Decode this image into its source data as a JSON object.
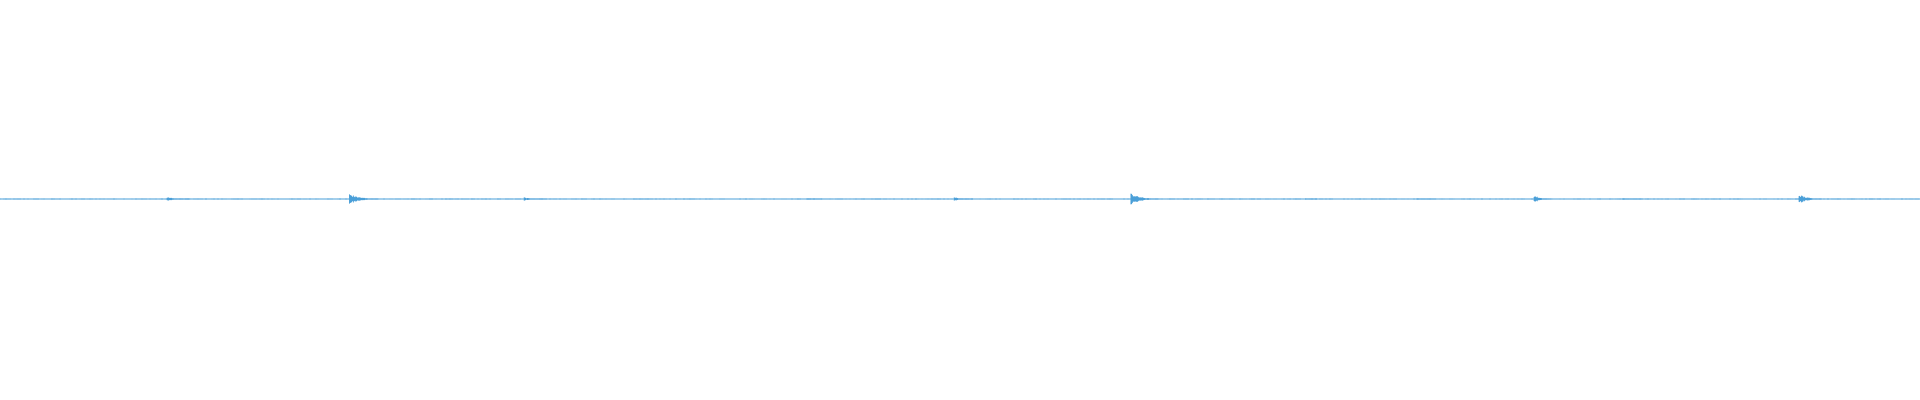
{
  "waveform": {
    "color": "#4a9fd8",
    "background": "#ffffff",
    "bursts": [
      {
        "position": 0.087,
        "amplitude": 0.35,
        "length": 0.012
      },
      {
        "position": 0.182,
        "amplitude": 0.9,
        "length": 0.015
      },
      {
        "position": 0.273,
        "amplitude": 0.3,
        "length": 0.012
      },
      {
        "position": 0.42,
        "amplitude": 0.15,
        "length": 0.008
      },
      {
        "position": 0.497,
        "amplitude": 0.3,
        "length": 0.01
      },
      {
        "position": 0.589,
        "amplitude": 1.0,
        "length": 0.014
      },
      {
        "position": 0.68,
        "amplitude": 0.12,
        "length": 0.006
      },
      {
        "position": 0.738,
        "amplitude": 0.15,
        "length": 0.01
      },
      {
        "position": 0.799,
        "amplitude": 0.65,
        "length": 0.009
      },
      {
        "position": 0.845,
        "amplitude": 0.15,
        "length": 0.01
      },
      {
        "position": 0.937,
        "amplitude": 0.8,
        "length": 0.012
      }
    ]
  }
}
